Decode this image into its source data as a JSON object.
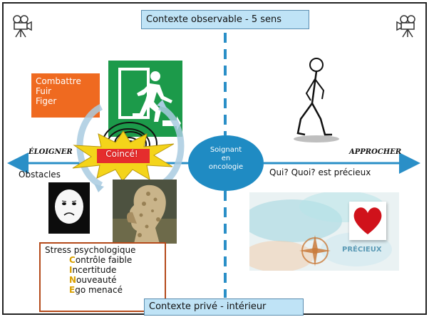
{
  "context_top": "Contexte observable - 5 sens",
  "context_bottom": "Contexte privé - intérieur",
  "flight_responses": [
    "Combattre",
    "Fuir",
    "Figer"
  ],
  "stuck_label": "Coincé!",
  "left_direction": "ÉLOIGNER",
  "right_direction": "APPROCHER",
  "left_caption": "Obstacles",
  "right_caption": "Qui? Quoi? est précieux",
  "center_lines": [
    "Soignant",
    "en",
    "oncologie"
  ],
  "stress": {
    "title": "Stress psychologique",
    "items": [
      {
        "initial": "C",
        "rest": "ontrôle faible"
      },
      {
        "initial": "I",
        "rest": "ncertitude"
      },
      {
        "initial": "N",
        "rest": "ouveauté"
      },
      {
        "initial": "E",
        "rest": "go menacé"
      }
    ]
  },
  "precious_image_text": "PRÉCIEUX",
  "colors": {
    "axis": "#2a8fc7",
    "center": "#1f8bc3",
    "flight_box": "#ef6a20",
    "context_box": "#bfe3f6",
    "stress_initial": "#d9a000",
    "stress_border": "#b44a1a",
    "heart": "#d0121b"
  },
  "icons": {
    "corner": "movie-camera-icon",
    "exit": "exit-sign-icon",
    "walker": "walking-figure-icon",
    "heart": "heart-icon"
  }
}
